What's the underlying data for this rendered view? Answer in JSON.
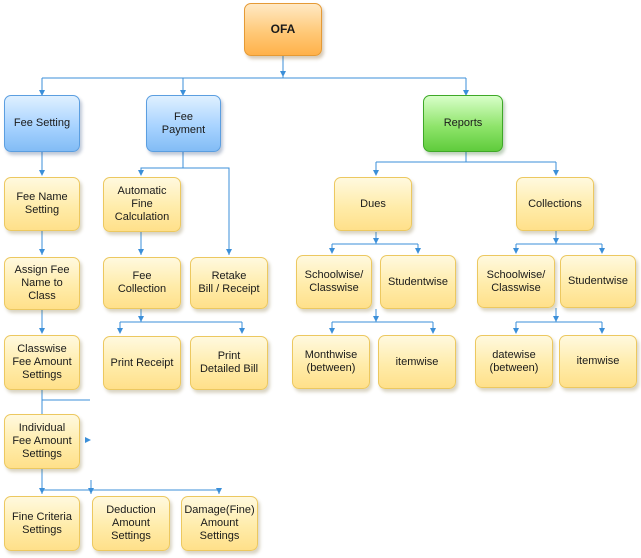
{
  "nodes": {
    "ofa": "OFA",
    "fee_setting": "Fee Setting",
    "fee_payment": "Fee Payment",
    "reports": "Reports",
    "fee_name_setting": "Fee Name\nSetting",
    "assign_fee_name": "Assign Fee\nName to Class",
    "classwise_fee_amount": "Classwise\nFee Amount\nSettings",
    "individual_fee_amount": "Individual\nFee Amount\nSettings",
    "fine_criteria": "Fine Criteria\nSettings",
    "deduction_amount": "Deduction\nAmount\nSettings",
    "damage_fine": "Damage(Fine)\nAmount\nSettings",
    "automatic_fine": "Automatic Fine\nCalculation",
    "fee_collection": "Fee Collection",
    "retake_bill": "Retake\nBill / Receipt",
    "print_receipt": "Print Receipt",
    "print_detailed_bill": "Print\nDetailed Bill",
    "dues": "Dues",
    "collections": "Collections",
    "dues_schoolwise": "Schoolwise/\nClasswise",
    "dues_studentwise": "Studentwise",
    "monthwise": "Monthwise\n(between)",
    "dues_itemwise": "itemwise",
    "col_schoolwise": "Schoolwise/\nClasswise",
    "col_studentwise": "Studentwise",
    "datewise": "datewise\n(between)",
    "col_itemwise": "itemwise"
  },
  "colors": {
    "connector": "#3b8fd9",
    "root": "#ffc978",
    "category_blue": "#a8d3ff",
    "category_green": "#8fe46b",
    "leaf": "#ffecaa"
  }
}
